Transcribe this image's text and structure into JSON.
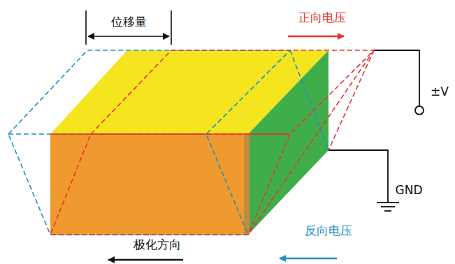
{
  "diagram": {
    "labels": [
      "位移量",
      "正向电压",
      "±V",
      "GND",
      "反向电压",
      "极化方向"
    ]
  }
}
